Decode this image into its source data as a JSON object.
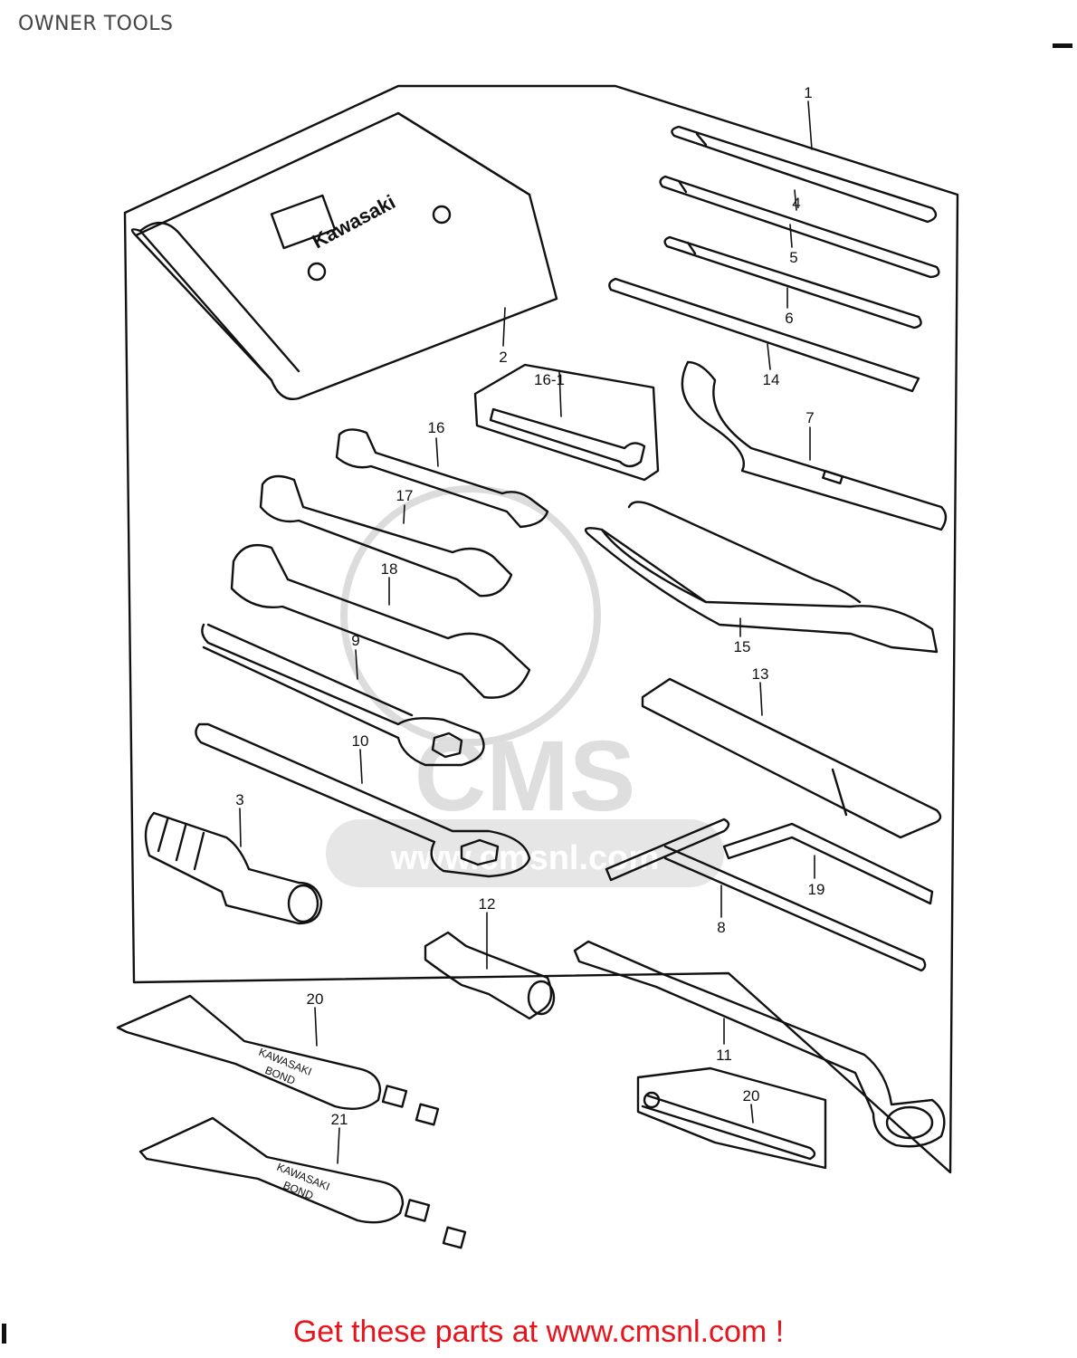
{
  "page": {
    "title": "OWNER TOOLS",
    "promo_prefix": "Get these parts at ",
    "promo_link": "www.cmsnl.com",
    "promo_suffix": " !"
  },
  "watermark": {
    "text": "CMS",
    "url": "www.cmsnl.com",
    "color": "#d9d9d9"
  },
  "colors": {
    "line": "#111111",
    "promo": "#e8141c",
    "title": "#444444"
  },
  "callouts": [
    {
      "id": "c1",
      "label": "1"
    },
    {
      "id": "c4",
      "label": "4"
    },
    {
      "id": "c5",
      "label": "5"
    },
    {
      "id": "c6",
      "label": "6"
    },
    {
      "id": "c14",
      "label": "14"
    },
    {
      "id": "c2",
      "label": "2"
    },
    {
      "id": "c16-1",
      "label": "16-1"
    },
    {
      "id": "c16",
      "label": "16"
    },
    {
      "id": "c7",
      "label": "7"
    },
    {
      "id": "c17",
      "label": "17"
    },
    {
      "id": "c18",
      "label": "18"
    },
    {
      "id": "c15",
      "label": "15"
    },
    {
      "id": "c9",
      "label": "9"
    },
    {
      "id": "c13",
      "label": "13"
    },
    {
      "id": "c10",
      "label": "10"
    },
    {
      "id": "c3",
      "label": "3"
    },
    {
      "id": "c19",
      "label": "19"
    },
    {
      "id": "c8",
      "label": "8"
    },
    {
      "id": "c12",
      "label": "12"
    },
    {
      "id": "c20a",
      "label": "20"
    },
    {
      "id": "c11",
      "label": "11"
    },
    {
      "id": "c20b",
      "label": "20"
    },
    {
      "id": "c21",
      "label": "21"
    }
  ],
  "logo_text": "Kawasaki",
  "tube_text": [
    "KAWASAKI",
    "BOND"
  ]
}
